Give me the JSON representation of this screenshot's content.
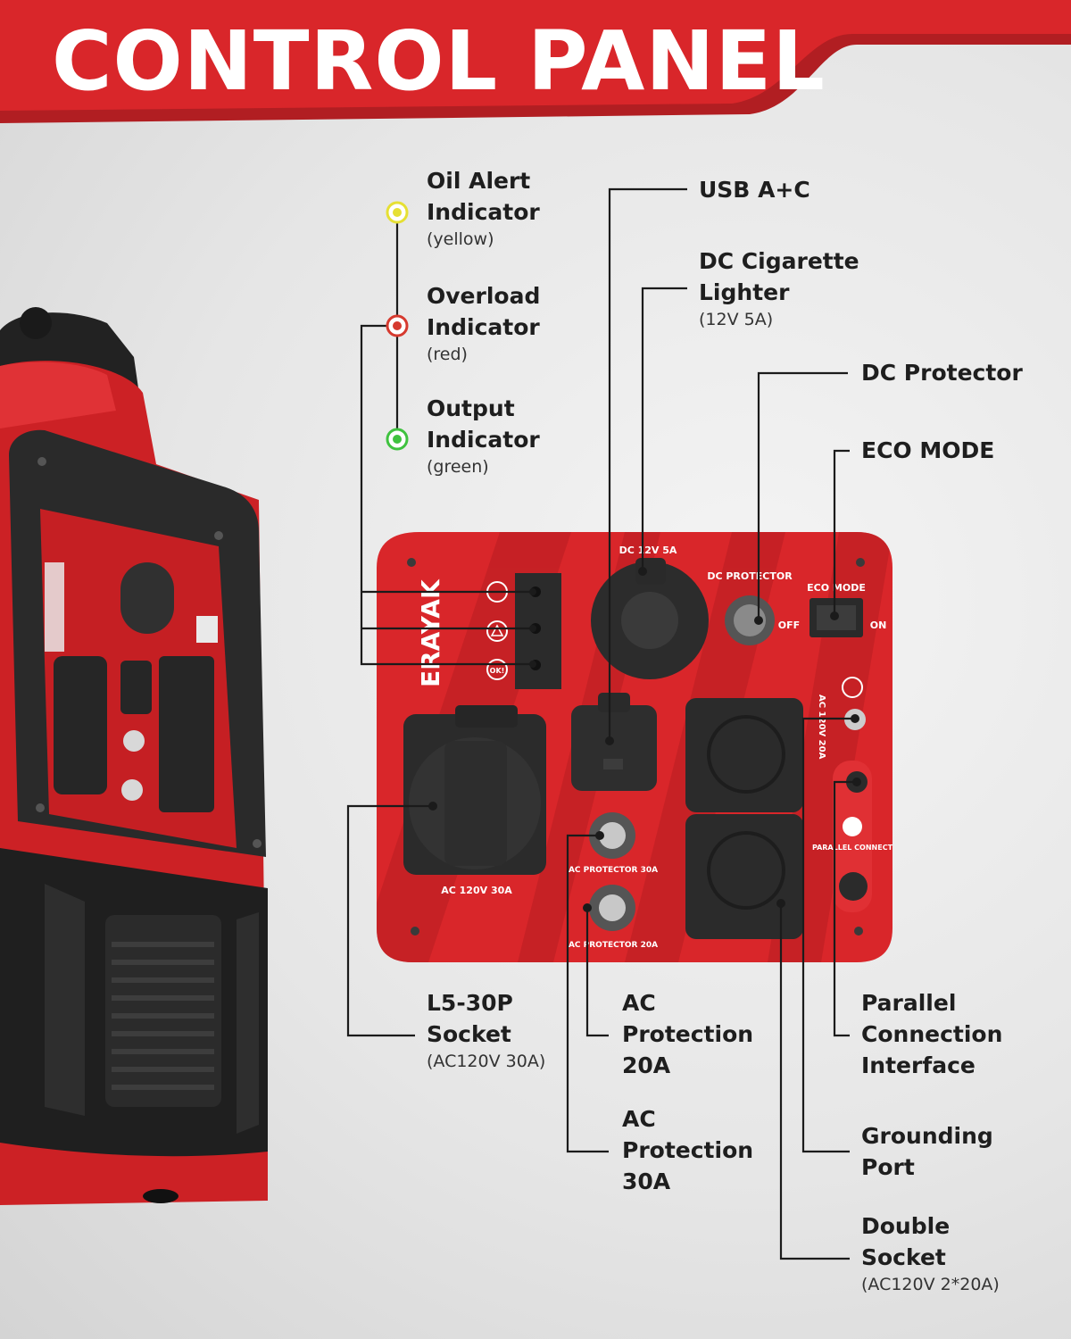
{
  "title": "CONTROL PANEL",
  "colors": {
    "accent_red": "#d9262a",
    "dark_red": "#b51d20",
    "panel_black": "#2a2a2a",
    "yellow": "#e6e034",
    "red": "#d63a2f",
    "green": "#3fc23f"
  },
  "callouts": {
    "oil_alert": {
      "label": "Oil Alert\nIndicator",
      "sub": "(yellow)"
    },
    "overload": {
      "label": "Overload\nIndicator",
      "sub": "(red)"
    },
    "output": {
      "label": "Output\nIndicator",
      "sub": "(green)"
    },
    "usb": {
      "label": "USB A+C"
    },
    "dc_cig": {
      "label": "DC Cigarette\nLighter",
      "sub": "(12V 5A)"
    },
    "dc_protector": {
      "label": "DC Protector"
    },
    "eco_mode": {
      "label": "ECO MODE"
    },
    "l5_30p": {
      "label": "L5-30P\nSocket",
      "sub": "(AC120V 30A)"
    },
    "ac20": {
      "label": "AC\nProtection\n20A"
    },
    "ac30": {
      "label": "AC\nProtection\n30A"
    },
    "parallel": {
      "label": "Parallel\nConnection\nInterface"
    },
    "grounding": {
      "label": "Grounding\nPort"
    },
    "double_socket": {
      "label": "Double\nSocket",
      "sub": "(AC120V 2*20A)"
    }
  },
  "panel_labels": {
    "brand": "ERAYAK",
    "dc_12v": "DC 12V 5A",
    "dc_protector": "DC PROTECTOR",
    "off": "OFF",
    "eco_mode": "ECO MODE",
    "on": "ON",
    "ac_120v_20a": "AC 120V 20A",
    "ac_protector_30a": "AC PROTECTOR 30A",
    "ac_protector_20a": "AC PROTECTOR 20A",
    "ac_120v_30a": "AC 120V 30A",
    "parallel_connect": "PARALLEL CONNECT",
    "ok": "OK!"
  },
  "icons": [
    "oil-can-icon",
    "warning-triangle-icon",
    "ok-icon",
    "ground-icon",
    "parallel-icon"
  ]
}
